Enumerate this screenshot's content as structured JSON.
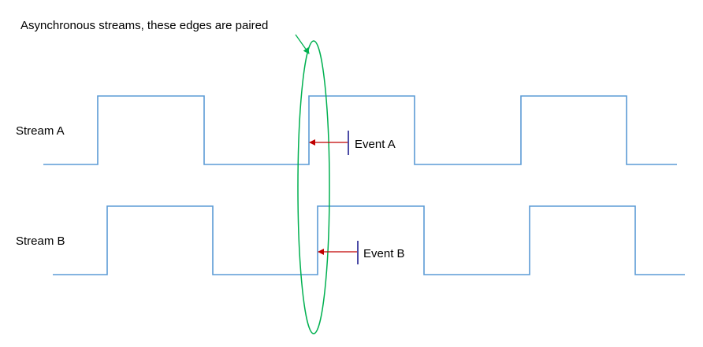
{
  "diagram": {
    "annotation": "Asynchronous streams, these edges are paired",
    "streams": [
      {
        "name": "Stream A",
        "event_label": "Event A"
      },
      {
        "name": "Stream B",
        "event_label": "Event B"
      }
    ]
  },
  "colors": {
    "wave": "#5B9BD5",
    "ellipse": "#00B050",
    "arrow": "#C00000",
    "event_marker": "#1F1F8F",
    "text": "#000000"
  }
}
